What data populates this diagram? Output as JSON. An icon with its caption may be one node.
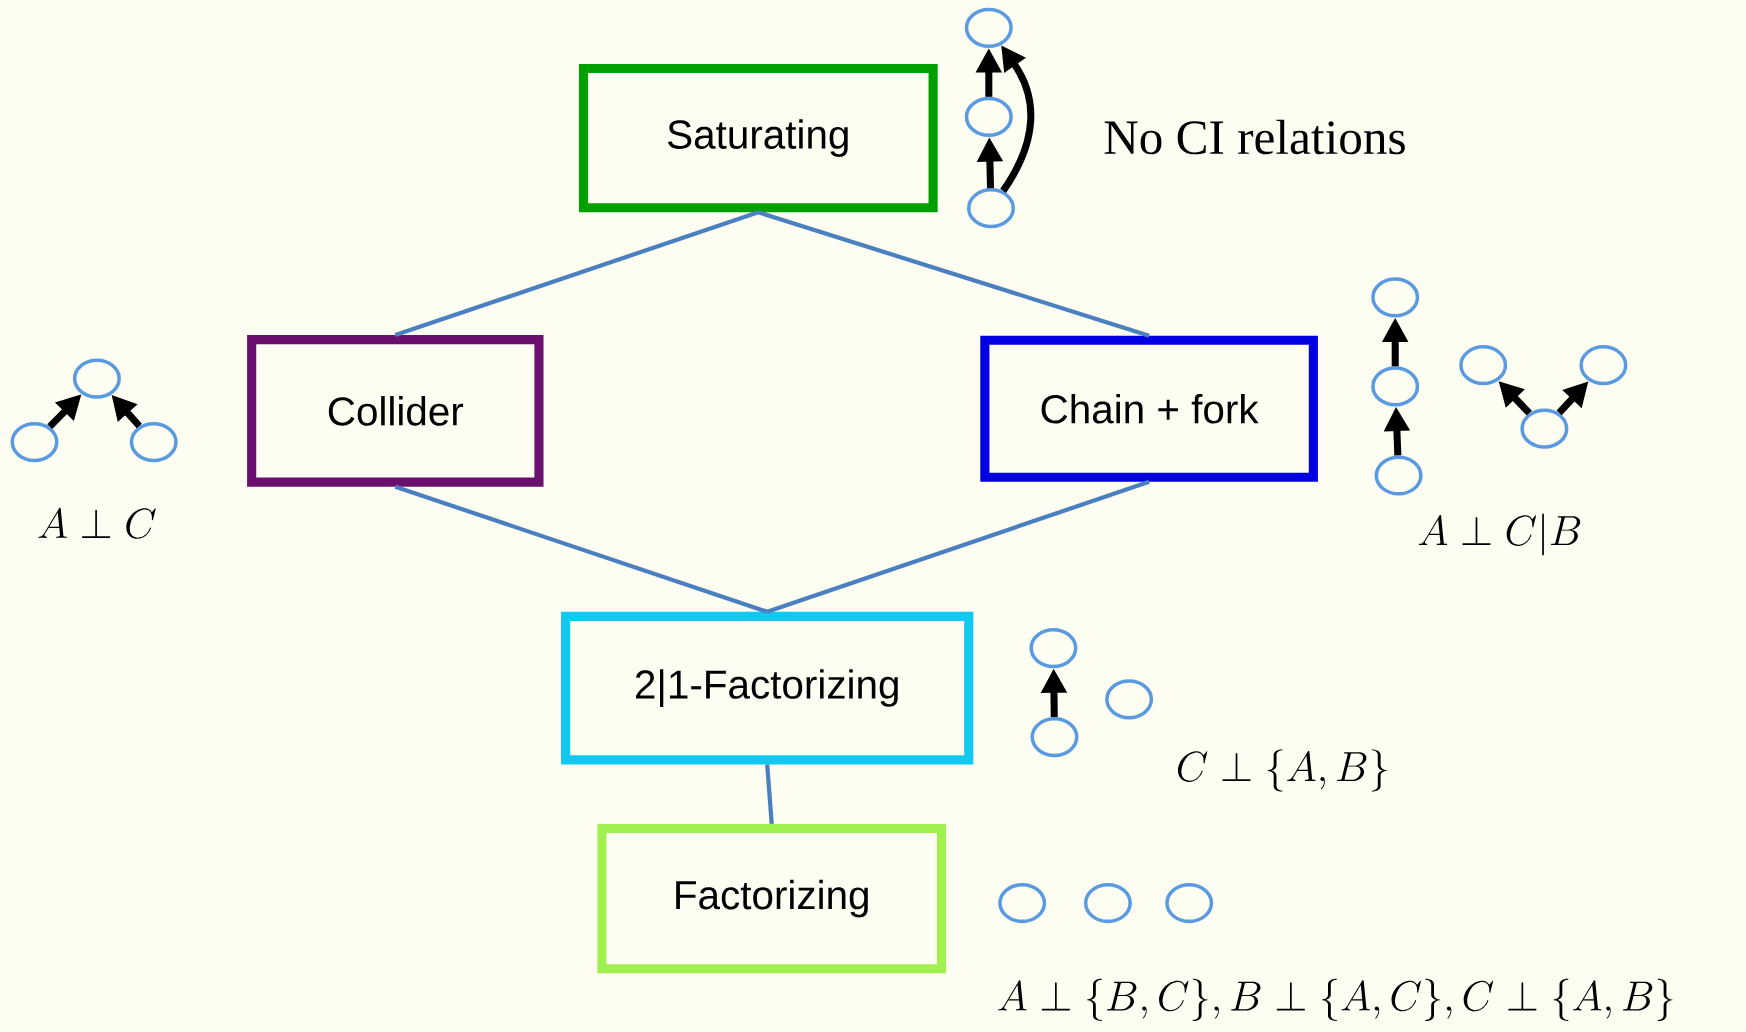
{
  "diagram": {
    "nodes": [
      {
        "text": [
          "Saturating"
        ]
      },
      {
        "text": [
          "Collider"
        ]
      },
      {
        "text": [
          "Chain + fork"
        ]
      },
      {
        "text": [
          "2|1-Factorizing"
        ]
      },
      {
        "text": [
          "Factorizing"
        ]
      },
      {
        "text": [],
        "shape": "circle"
      },
      {
        "text": [],
        "shape": "circle"
      },
      {
        "text": [],
        "shape": "circle"
      },
      {
        "text": [],
        "shape": "circle"
      },
      {
        "text": [],
        "shape": "circle"
      },
      {
        "text": [],
        "shape": "circle"
      },
      {
        "text": [],
        "shape": "circle"
      },
      {
        "text": [],
        "shape": "circle"
      },
      {
        "text": [],
        "shape": "circle"
      },
      {
        "text": [],
        "shape": "circle"
      },
      {
        "text": [],
        "shape": "circle"
      },
      {
        "text": [],
        "shape": "circle"
      },
      {
        "text": [],
        "shape": "circle"
      },
      {
        "text": [],
        "shape": "circle"
      },
      {
        "text": [],
        "shape": "circle"
      },
      {
        "text": [],
        "shape": "circle"
      },
      {
        "text": [],
        "shape": "circle"
      },
      {
        "text": [],
        "shape": "circle"
      }
    ],
    "edges": [
      {
        "from": 0,
        "to": 1,
        "arrow": "none",
        "color": "#4a80c0"
      },
      {
        "from": 0,
        "to": 2,
        "arrow": "none",
        "color": "#4a80c0"
      },
      {
        "from": 1,
        "to": 3,
        "arrow": "none",
        "color": "#4a80c0"
      },
      {
        "from": 2,
        "to": 3,
        "arrow": "none",
        "color": "#4a80c0"
      },
      {
        "from": 3,
        "to": 4,
        "arrow": "none",
        "color": "#4a80c0"
      },
      {
        "from": 7,
        "to": 6,
        "arrow": "to"
      },
      {
        "from": 6,
        "to": 5,
        "arrow": "to"
      },
      {
        "from": 7,
        "to": 5,
        "arrow": "to"
      },
      {
        "from": 9,
        "to": 8,
        "arrow": "to"
      },
      {
        "from": 10,
        "to": 8,
        "arrow": "to"
      },
      {
        "from": 13,
        "to": 12,
        "arrow": "to"
      },
      {
        "from": 12,
        "to": 11,
        "arrow": "to"
      },
      {
        "from": 16,
        "to": 14,
        "arrow": "to"
      },
      {
        "from": 16,
        "to": 15,
        "arrow": "to"
      },
      {
        "from": 19,
        "to": 17,
        "arrow": "to"
      }
    ],
    "labels": [
      "No CI relations",
      "A \\perp C",
      "A \\perp C|B",
      "C \\perp \\{A, B\\}",
      "A \\perp \\{B, C\\}, B \\perp \\{A, C\\}, C \\perp \\{A, B\\}"
    ]
  }
}
